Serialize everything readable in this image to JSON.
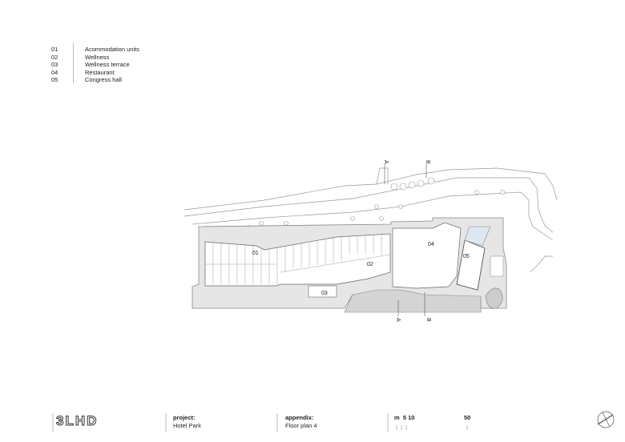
{
  "legend": [
    {
      "num": "01",
      "label": "Acommodation units"
    },
    {
      "num": "02",
      "label": "Wellness"
    },
    {
      "num": "03",
      "label": "Wellness terrace"
    },
    {
      "num": "04",
      "label": "Restaurant"
    },
    {
      "num": "05",
      "label": "Congress hall"
    }
  ],
  "plan": {
    "zones": [
      "01",
      "02",
      "03",
      "04",
      "05"
    ],
    "section_a": "A",
    "section_b": "B"
  },
  "footer": {
    "logo": "3LHD",
    "project_label": "project:",
    "project_value": "Hotel Park",
    "appendix_label": "appendix:",
    "appendix_value": "Floor plan 4",
    "scale_unit": "m",
    "scale_marks": [
      "5",
      "10",
      "50"
    ]
  },
  "colors": {
    "building": "#e6e6e6",
    "line": "#888888",
    "pool": "#dde8f2"
  }
}
